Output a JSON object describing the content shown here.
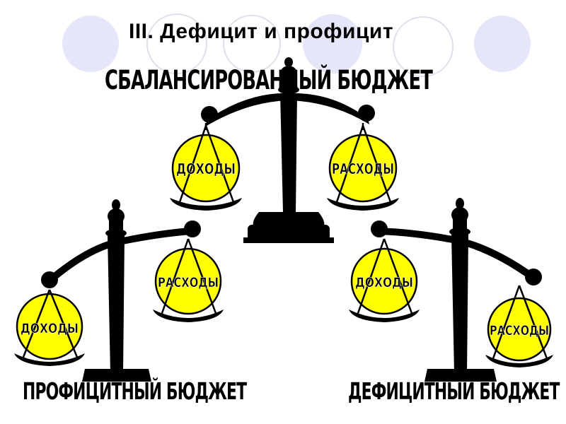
{
  "slide": {
    "title": "III. Дефицит и профицит",
    "captions": {
      "balanced": "СБАЛАНСИРОВАННЫЙ  БЮДЖЕТ",
      "surplus": "ПРОФИЦИТНЫЙ БЮДЖЕТ",
      "deficit": "ДЕФИЦИТНЫЙ БЮДЖЕТ"
    },
    "pan_labels": {
      "income": "ДОХОДЫ",
      "expenses": "РАСХОДЫ"
    },
    "colors": {
      "pan_fill": "#ffff00",
      "scale_body": "#000000",
      "deco_circle_fill": "#e6e6fa",
      "deco_circle_stroke": "#c8c8e8"
    },
    "icons": [
      "balance-scale-icon",
      "decorative-circle-icon"
    ]
  }
}
